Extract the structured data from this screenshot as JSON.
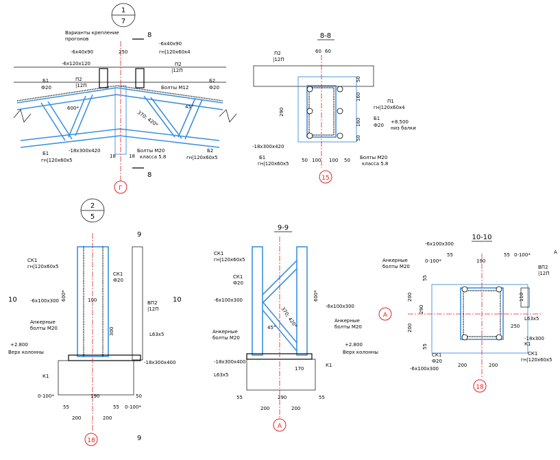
{
  "node1": {
    "mark_top": "1",
    "mark_bottom": "7",
    "labels": {
      "variants": "Варианты крепление",
      "purlins": "прогонов",
      "plate_6x40x90_l": "-6х40х90",
      "plate_6x40x90_r": "-6х40х90",
      "plate_6x120x120": "-6х120х120",
      "gn120x60x4": "гн|120х60х4",
      "p2_l": "П2",
      "p2_l_sub": "|12П",
      "p2_r": "П2",
      "p2_r_sub": "|12П",
      "bolts_m12": "Болты М12",
      "dim_250": "250",
      "b1": "Б1",
      "b1_sub": "Ф20",
      "b2": "Б2",
      "b2_sub": "Ф20",
      "dim_600": "600*",
      "dim_370": "370; 420*",
      "angle_45": "45°",
      "plate_18x300x420": "-18х300х420",
      "bolts_m20": "Болты М20",
      "class58": "класса 5.8",
      "b1_bot": "Б1",
      "b1_bot_sub": "гн|120х60х5",
      "b2_bot": "Б2",
      "b2_bot_sub": "гн|120х60х5",
      "dim_18a": "18",
      "dim_18b": "18",
      "cut": "8",
      "cut_b": "8",
      "axis": "Г"
    }
  },
  "section88": {
    "title": "8-8",
    "labels": {
      "p2": "П2",
      "p2_sub": "|12П",
      "dim_60a": "60",
      "dim_60b": "60",
      "dim_50a": "50",
      "dim_160a": "160",
      "dim_160b": "160",
      "dim_50b": "50",
      "dim_290": "290",
      "p1": "П1",
      "p1_sub": "гн|120х60х4",
      "b1": "Б1",
      "b1_sub": "Ф20",
      "level": "+8.500",
      "level_sub": "низ балки",
      "plate": "-18х300х420",
      "b1_bot": "Б1",
      "b1_bot_sub": "гн|120х60х5",
      "bolts": "Болты М20",
      "bolts_sub": "класса 5.8",
      "dim_b50a": "50",
      "dim_b100a": "100",
      "dim_b100b": "100",
      "dim_b50b": "50",
      "axis": "15"
    }
  },
  "node2": {
    "mark_top": "2",
    "mark_bottom": "5",
    "labels": {
      "ck1": "СК1",
      "ck1_sub": "гн|120х60х5",
      "ck1b": "СК1",
      "ck1b_sub": "Ф20",
      "dim_600": "600*",
      "dim_100": "100",
      "plate_6x100": "-6х100х300",
      "anchor": "Анкерные",
      "anchor_sub": "болты М20",
      "vp2": "ВП2",
      "vp2_sub": "|12П",
      "dim_300": "300",
      "l63": "L63х5",
      "level": "+2.800",
      "level_sub": "Верх колонны",
      "plate_18": "-18х300х400",
      "k1": "К1",
      "dim_0100": "0-100*",
      "dim_190": "190",
      "dim_50": "50",
      "dim_55a": "55",
      "dim_55b": "55",
      "dim_0100b": "0-100*",
      "dim_200a": "200",
      "dim_200b": "200",
      "cut": "10",
      "cut_r": "10",
      "cut_top": "9",
      "cut_bot": "9",
      "axis": "18"
    }
  },
  "section99": {
    "title": "9-9",
    "labels": {
      "ck1": "СК1",
      "ck1_sub": "гн|120х60х5",
      "ck1b": "СК1",
      "ck1b_sub": "Ф20",
      "plate_l": "-6х100х300",
      "plate_r": "-6х100х300",
      "dim_370": "370; 420*",
      "dim_600": "600*",
      "angle": "45°",
      "anchor_l": "Анкерные",
      "anchor_l_sub": "болты М20",
      "anchor_r": "Анкерные",
      "anchor_r_sub": "болты М20",
      "level": "+2.800",
      "level_sub": "Верх колонны",
      "plate_18": "-18х300х400",
      "l63": "L63х5",
      "k1": "К1",
      "dim_170": "170",
      "dim_55a": "55",
      "dim_290": "290",
      "dim_55b": "55",
      "dim_200a": "200",
      "dim_200b": "200",
      "axis": "А"
    }
  },
  "section1010": {
    "title": "10-10",
    "labels": {
      "plate_top": "-6х100х300",
      "anchor": "Анкерные",
      "anchor_sub": "болты М20",
      "dim_0100a": "0-100*",
      "dim_55a": "55",
      "dim_190": "190",
      "dim_55b": "55",
      "dim_0100b": "0-100*",
      "a_cut": "А",
      "vp2": "ВП2",
      "vp2_sub": "|12П",
      "dim_55l": "55",
      "dim_200l": "200",
      "dim_290": "290",
      "dim_200lb": "200",
      "dim_55lb": "55",
      "dim_110": "110",
      "l63": "L63х5",
      "dim_250": "250",
      "plate_18": "-18х300",
      "k1": "К1",
      "ck1": "СК1",
      "ck1_sub": "Ф20",
      "ck1r": "СК1",
      "ck1r_sub": "гн|120х60х5",
      "plate_bot": "-6х100х300",
      "dim_200a": "200",
      "dim_200b": "200",
      "axis_a": "А",
      "axis": "18"
    }
  },
  "colors": {
    "steel": "#3b8fe0",
    "axis": "#dd2222",
    "ink": "#000000"
  }
}
